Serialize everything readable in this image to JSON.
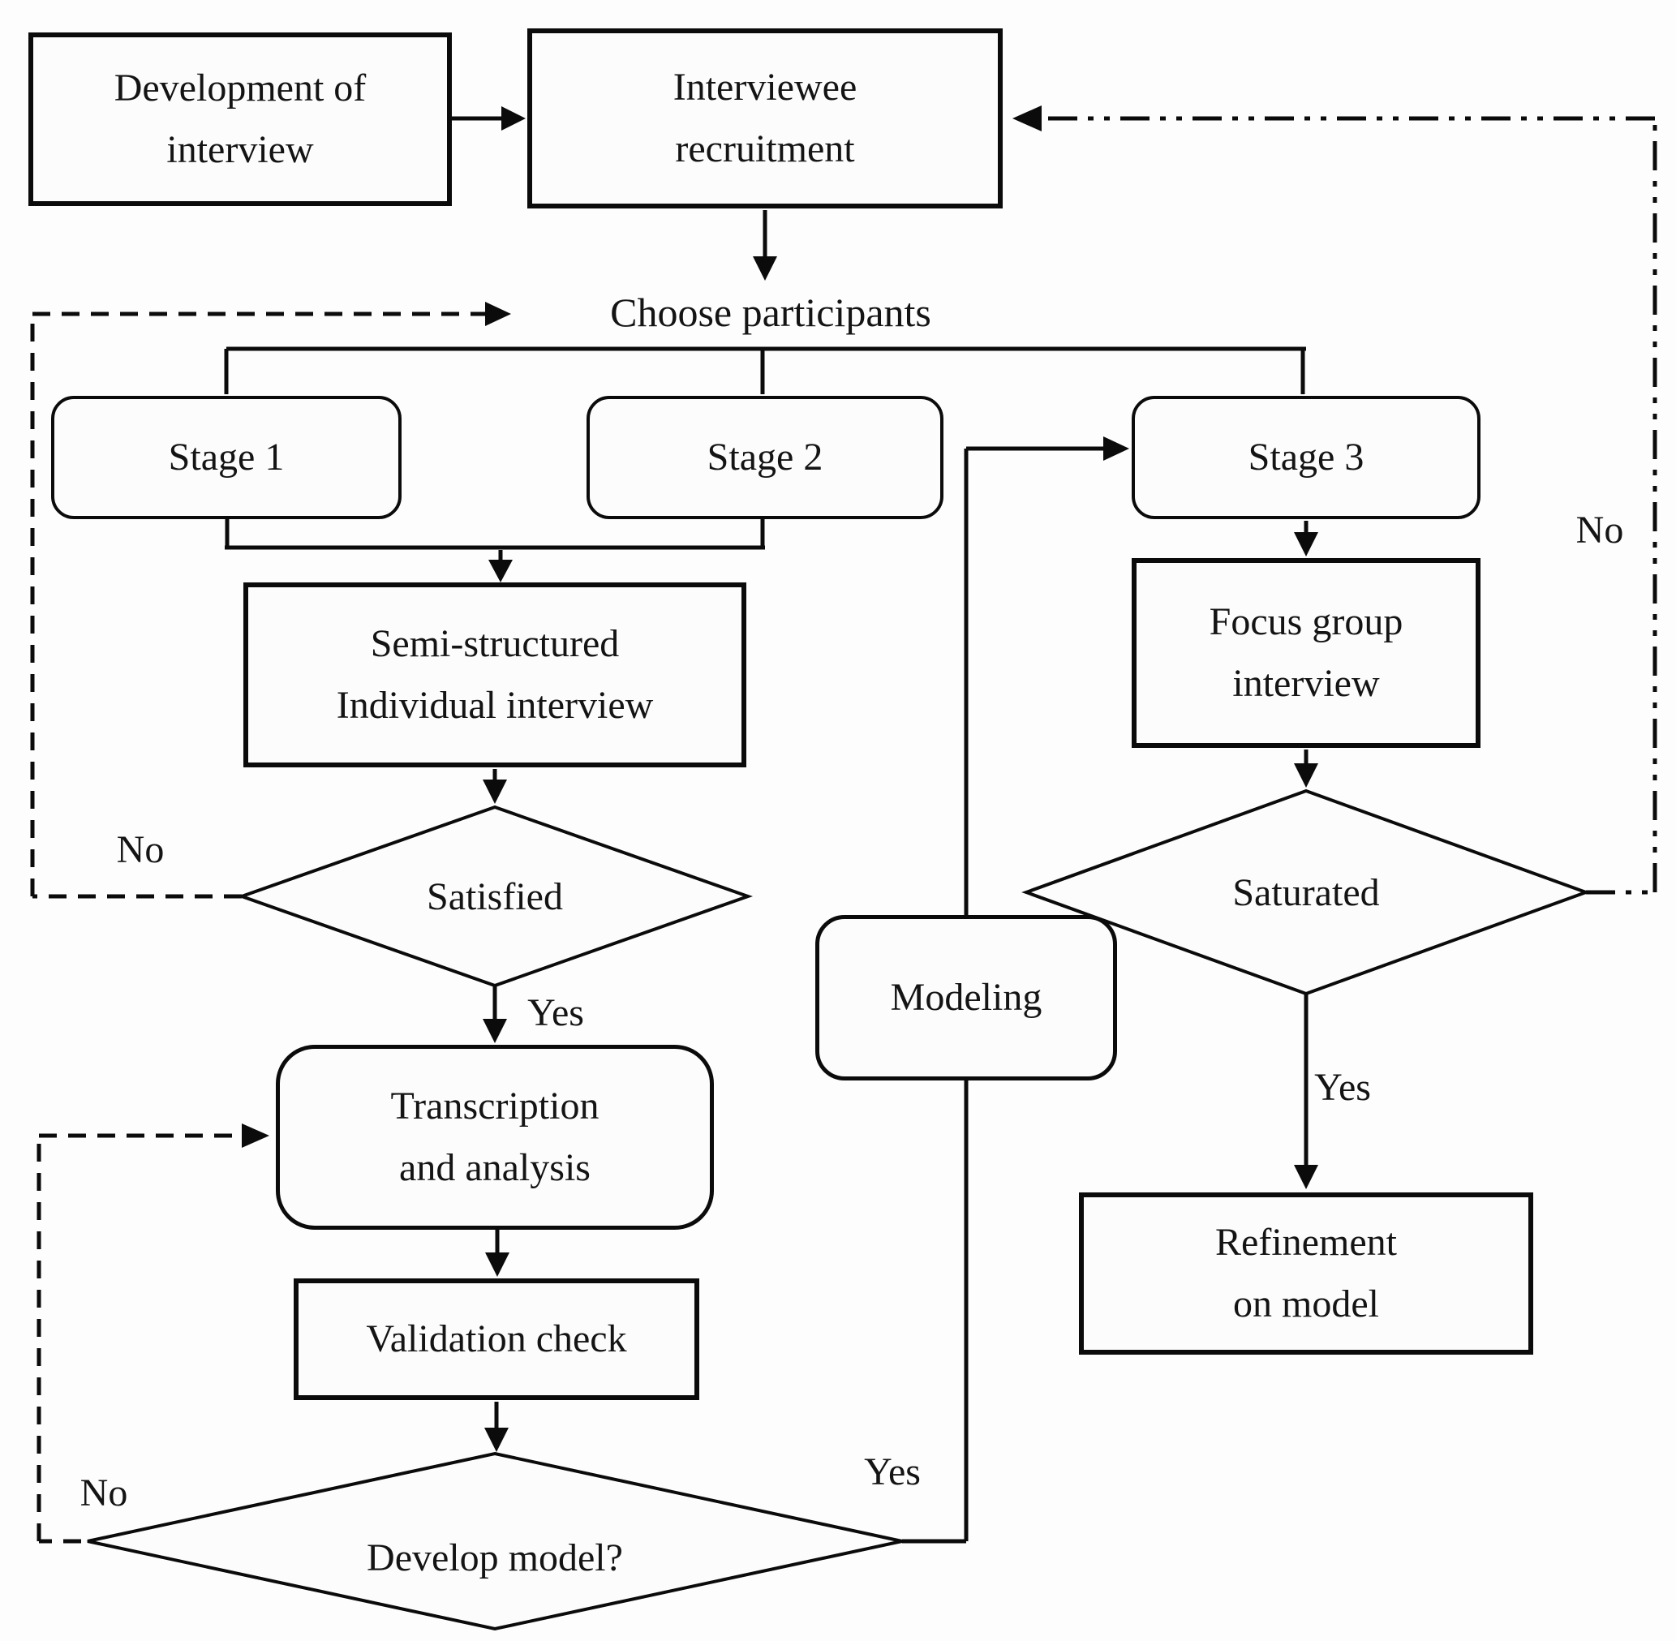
{
  "diagram": {
    "type": "flowchart",
    "colors": {
      "stroke": "#0b0b0b",
      "background": "#fdfdfd",
      "node_fill": "#fcfcfc",
      "text": "#141414"
    },
    "nodes": {
      "development_of_interview": {
        "shape": "rectangle",
        "lines": [
          "Development of",
          "interview"
        ]
      },
      "interviewee_recruitment": {
        "shape": "rectangle",
        "lines": [
          "Interviewee",
          "recruitment"
        ]
      },
      "choose_participants": {
        "shape": "text",
        "label": "Choose participants"
      },
      "stage_1": {
        "shape": "rounded",
        "label": "Stage 1"
      },
      "stage_2": {
        "shape": "rounded",
        "label": "Stage 2"
      },
      "stage_3": {
        "shape": "rounded",
        "label": "Stage 3"
      },
      "semi_structured_interview": {
        "shape": "rectangle",
        "lines": [
          "Semi-structured",
          "Individual interview"
        ]
      },
      "satisfied": {
        "shape": "diamond",
        "label": "Satisfied"
      },
      "transcription_analysis": {
        "shape": "rounded",
        "lines": [
          "Transcription",
          "and analysis"
        ]
      },
      "validation_check": {
        "shape": "rectangle",
        "label": "Validation check"
      },
      "develop_model": {
        "shape": "diamond",
        "label": "Develop model?"
      },
      "modeling": {
        "shape": "rounded",
        "label": "Modeling"
      },
      "focus_group_interview": {
        "shape": "rectangle",
        "lines": [
          "Focus group",
          "interview"
        ]
      },
      "saturated": {
        "shape": "diamond",
        "label": "Saturated"
      },
      "refinement_on_model": {
        "shape": "rectangle",
        "lines": [
          "Refinement",
          "on model"
        ]
      }
    },
    "edge_labels": {
      "satisfied_no": "No",
      "satisfied_yes": "Yes",
      "develop_no": "No",
      "develop_yes": "Yes",
      "saturated_yes": "Yes",
      "saturated_no": "No"
    }
  }
}
